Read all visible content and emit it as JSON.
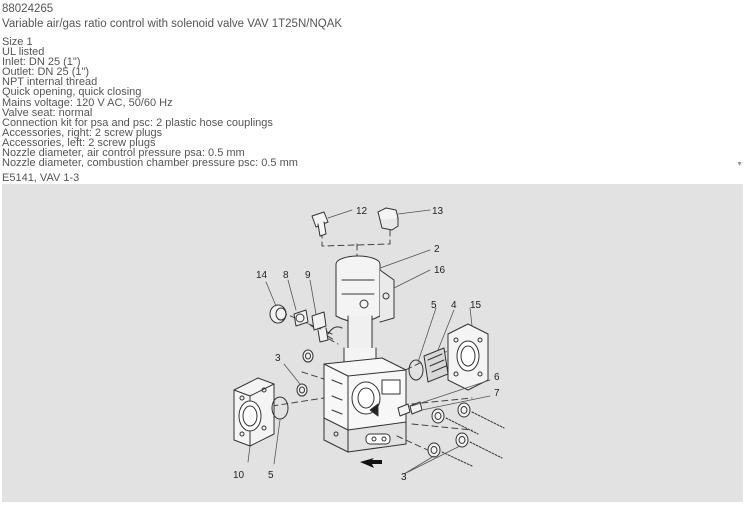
{
  "product": {
    "article_number": "88024265",
    "title": "Variable air/gas ratio control with solenoid valve VAV 1T25N/NQAK",
    "specs": [
      "Size 1",
      "UL listed",
      "Inlet: DN 25 (1\")",
      "Outlet: DN 25 (1\")",
      "NPT internal thread",
      "Quick opening, quick closing",
      "Mains voltage: 120 V AC, 50/60 Hz",
      "Valve seat: normal",
      "Connection kit for psa and psc: 2 plastic hose couplings",
      "Accessories, right: 2 screw plugs",
      "Accessories, left: 2 screw plugs",
      "Nozzle diameter, air control pressure psa: 0.5 mm",
      "Nozzle diameter, combustion chamber pressure psc: 0.5 mm"
    ]
  },
  "figure": {
    "caption": "E5141, VAV 1-3",
    "callouts": {
      "c12": "12",
      "c13": "13",
      "c2": "2",
      "c16": "16",
      "c14": "14",
      "c8": "8",
      "c9": "9",
      "c5a": "5",
      "c4": "4",
      "c15": "15",
      "c3a": "3",
      "c6": "6",
      "c7": "7",
      "c10": "10",
      "c5b": "5",
      "c3b": "3"
    }
  },
  "icons": {
    "scroll_down": "scroll-down-arrow-icon",
    "flow_direction": "flow-direction-arrow-icon"
  }
}
